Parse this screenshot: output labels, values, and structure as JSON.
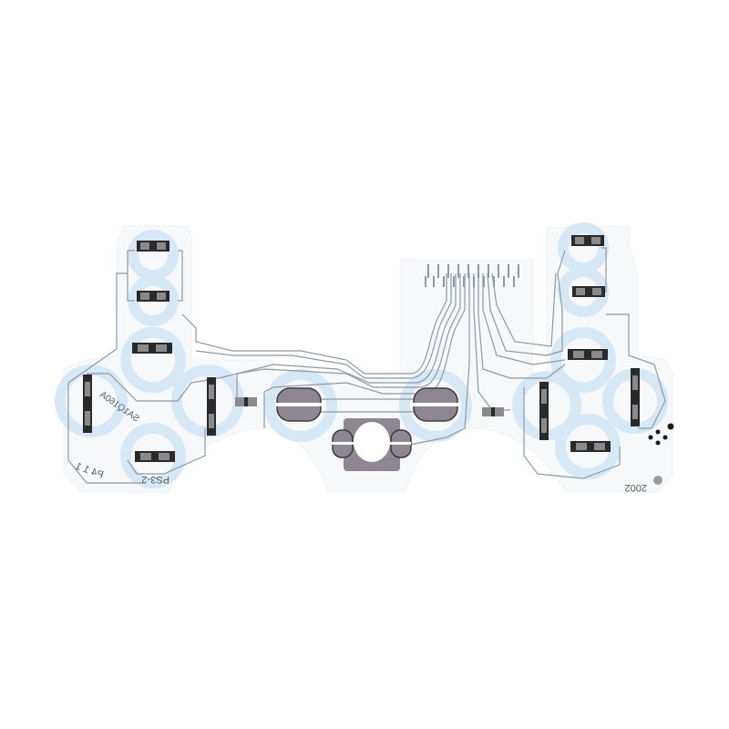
{
  "image": {
    "subject": "PS3 controller flexible membrane circuit ribbon",
    "background_color": "#ffffff",
    "colors": {
      "substrate": "#f6f8fa",
      "carbon_ring": "#d6e8f5",
      "trace": "#8e99a3",
      "contact_dark": "#2a2a2a",
      "contact_gray": "#8a8a8a",
      "pad_purple": "#8e8690",
      "marker_dot": "#9a9a9a"
    }
  },
  "labels": {
    "part_number": "SA1Q160A",
    "model": "PS3-2",
    "corner_mark": "P4 1 1",
    "right_code": "2002"
  },
  "connector": {
    "pin_count": 20
  }
}
